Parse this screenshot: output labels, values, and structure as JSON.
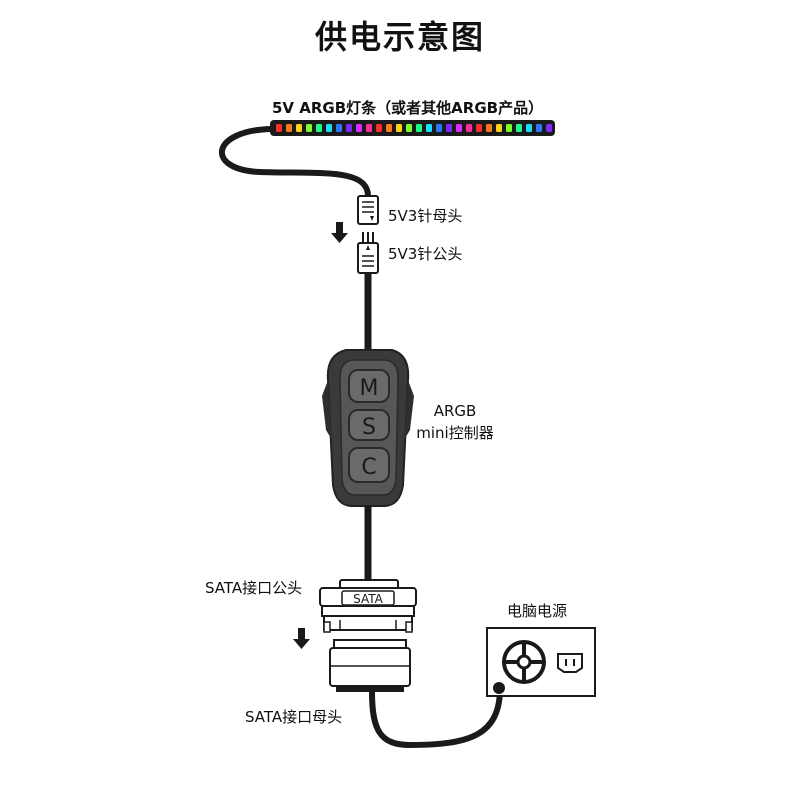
{
  "title": "供电示意图",
  "labels": {
    "strip": "5V ARGB灯条（或者其他ARGB产品）",
    "female_3pin": "5V3针母头",
    "male_3pin": "5V3针公头",
    "controller_line1": "ARGB",
    "controller_line2": "mini控制器",
    "sata_male": "SATA接口公头",
    "sata_female": "SATA接口母头",
    "psu": "电脑电源"
  },
  "controller_buttons": [
    "M",
    "S",
    "C"
  ],
  "sata_plug_text": "SATA",
  "colors": {
    "cable": "#1a1a1a",
    "controller_body": "#4a4a4a",
    "controller_button": "#6a6a6a",
    "led_palette": [
      "#ff2a2a",
      "#ff7a1a",
      "#ffd21a",
      "#7cff2a",
      "#1aff8a",
      "#1ae0ff",
      "#2a7aff",
      "#7a2aff",
      "#e02aff",
      "#ff2a9a"
    ]
  }
}
